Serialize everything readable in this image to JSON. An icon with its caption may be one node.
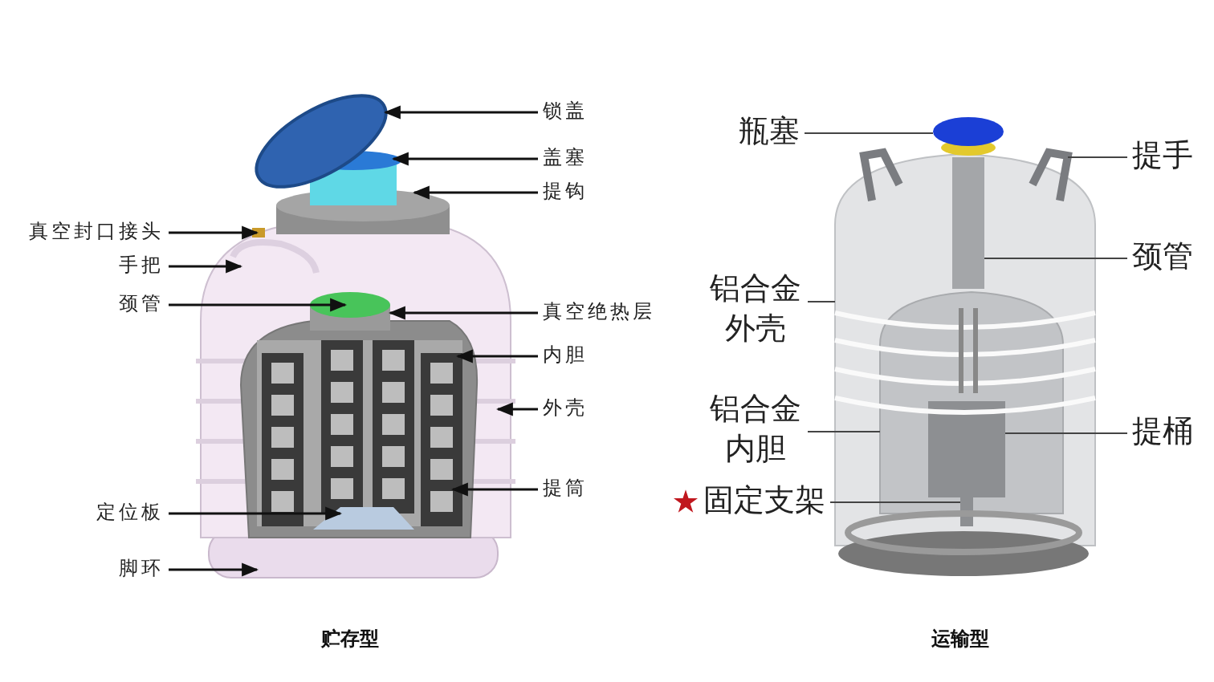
{
  "diagram": {
    "nodes": [
      {
        "text": [
          "锁盖"
        ]
      },
      {
        "text": [
          "盖塞"
        ]
      },
      {
        "text": [
          "提钩"
        ]
      },
      {
        "text": [
          "真空封口接头"
        ]
      },
      {
        "text": [
          "手把"
        ]
      },
      {
        "text": [
          "颈管"
        ]
      },
      {
        "text": [
          "真空绝热层"
        ]
      },
      {
        "text": [
          "内胆"
        ]
      },
      {
        "text": [
          "外壳"
        ]
      },
      {
        "text": [
          "提筒"
        ]
      },
      {
        "text": [
          "定位板"
        ]
      },
      {
        "text": [
          "脚环"
        ]
      },
      {
        "text": [
          "瓶塞"
        ]
      },
      {
        "text": [
          "提手"
        ]
      },
      {
        "text": [
          "颈管"
        ]
      },
      {
        "text": [
          "铝合金外壳"
        ]
      },
      {
        "text": [
          "铝合金内胆"
        ]
      },
      {
        "text": [
          "提桶"
        ]
      },
      {
        "text": [
          "固定支架"
        ]
      },
      {
        "text": [],
        "shape": "circle"
      },
      {
        "text": [],
        "shape": "picture"
      },
      {
        "text": [],
        "shape": "box",
        "in": 22
      },
      {
        "text": [],
        "shape": "picture"
      },
      {
        "text": [],
        "shape": "picture",
        "in": 22
      },
      {
        "text": [],
        "shape": "box",
        "in": 23
      },
      {
        "text": [],
        "shape": "box",
        "in": 22
      }
    ],
    "edges": [
      {
        "from": 0,
        "to": null,
        "arrow": "to"
      },
      {
        "from": 1,
        "to": null,
        "arrow": "to"
      },
      {
        "from": 2,
        "to": null,
        "arrow": "to"
      },
      {
        "from": 3,
        "to": null,
        "arrow": "to"
      },
      {
        "from": 4,
        "to": null,
        "arrow": "to"
      },
      {
        "from": 5,
        "to": null,
        "arrow": "to"
      },
      {
        "from": 6,
        "to": null,
        "arrow": "to"
      },
      {
        "from": 7,
        "to": null,
        "arrow": "to"
      },
      {
        "from": 8,
        "to": null,
        "arrow": "to"
      },
      {
        "from": 9,
        "to": null,
        "arrow": "to"
      },
      {
        "from": 10,
        "to": null,
        "arrow": "to"
      },
      {
        "from": 11,
        "to": null,
        "arrow": "to"
      },
      {
        "from": 12,
        "to": 19,
        "arrow": "none"
      },
      {
        "from": 13,
        "to": 20,
        "arrow": "none"
      },
      {
        "from": 14,
        "to": 21,
        "arrow": "none"
      },
      {
        "from": 15,
        "to": 22,
        "arrow": "none"
      },
      {
        "from": 16,
        "to": 23,
        "arrow": "none"
      },
      {
        "from": 17,
        "to": 24,
        "arrow": "none"
      },
      {
        "from": 18,
        "to": 25,
        "arrow": "none"
      }
    ],
    "labels": [
      "贮存型",
      "运输型"
    ]
  }
}
